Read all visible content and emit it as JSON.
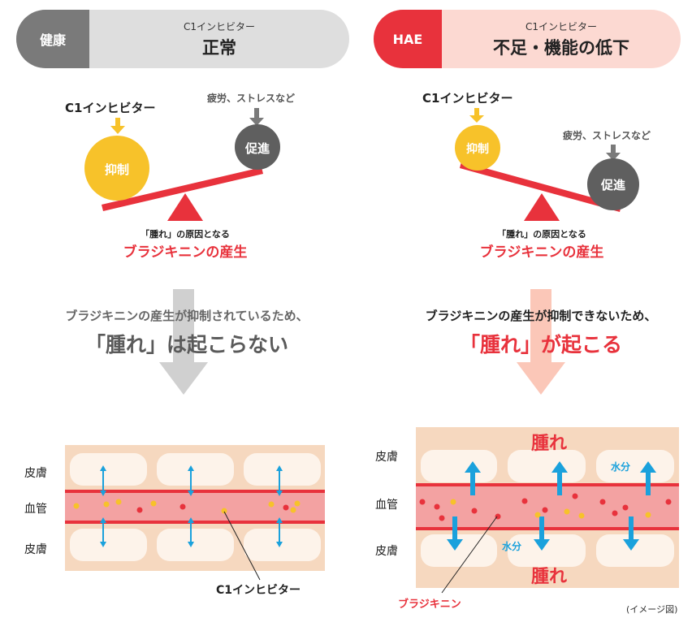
{
  "left": {
    "badge": "健康",
    "sub": "C1インヒビター",
    "title": "正常",
    "inhibitor_label": "C1インヒビター",
    "stress_label": "疲労、ストレスなど",
    "suppress": "抑制",
    "promote": "促進",
    "cause_line1": "「腫れ」の原因となる",
    "cause_line2": "ブラジキニンの産生",
    "msg1": "ブラジキニンの産生が抑制されているため、",
    "msg2": "「腫れ」は起こらない",
    "skin_top": "皮膚",
    "vessel": "血管",
    "skin_bottom": "皮膚",
    "c1_callout": "C1インヒビター"
  },
  "right": {
    "badge": "HAE",
    "sub": "C1インヒビター",
    "title": "不足・機能の低下",
    "inhibitor_label": "C1インヒビター",
    "stress_label": "疲労、ストレスなど",
    "suppress": "抑制",
    "promote": "促進",
    "cause_line1": "「腫れ」の原因となる",
    "cause_line2": "ブラジキニンの産生",
    "msg1": "ブラジキニンの産生が抑制できないため、",
    "msg2": "「腫れ」が起こる",
    "skin_top": "皮膚",
    "vessel": "血管",
    "skin_bottom": "皮膚",
    "swelling_top": "腫れ",
    "swelling_bottom": "腫れ",
    "water_top": "水分",
    "water_bottom": "水分",
    "bk_callout": "ブラジキニン"
  },
  "footnote": "(イメージ図)",
  "colors": {
    "gray_badge": "#7a7a7a",
    "gray_pill": "#dedede",
    "red_badge": "#e8323c",
    "red_pill": "#fcd9d2",
    "red": "#e8323c",
    "yellow": "#f7c22a",
    "dark_circle": "#5f5f5f",
    "blue_arrow": "#1aa1dc",
    "skin": "#f6d8bf",
    "vessel": "#f3a2a2"
  }
}
